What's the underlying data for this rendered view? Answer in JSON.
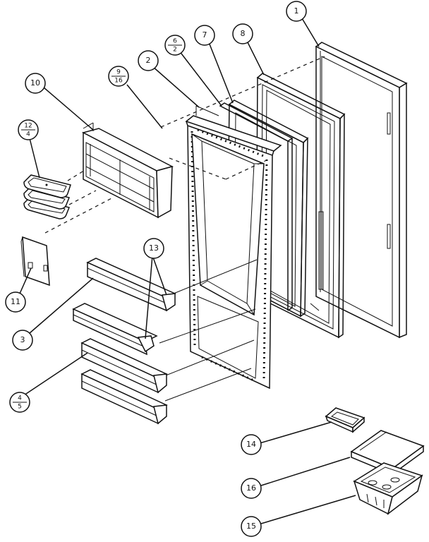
{
  "callouts": {
    "c1": "1",
    "c2": "2",
    "c3": "3",
    "c4": {
      "top": "4",
      "bottom": "5"
    },
    "c6": {
      "top": "6",
      "bottom": "2"
    },
    "c7": "7",
    "c8": "8",
    "c9": {
      "top": "9",
      "bottom": "16"
    },
    "c10": "10",
    "c11": "11",
    "c12": {
      "top": "12",
      "bottom": "4"
    },
    "c13": "13",
    "c14": "14",
    "c15": "15",
    "c16": "16"
  }
}
